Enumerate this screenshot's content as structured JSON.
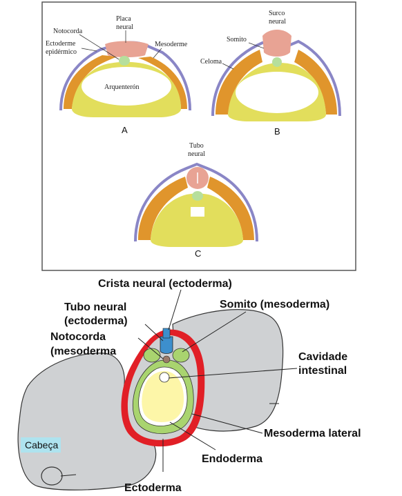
{
  "top_panel": {
    "A": {
      "label": "A",
      "notocorda": "Notocorda",
      "placa_neural_1": "Placa",
      "placa_neural_2": "neural",
      "ectoderme_1": "Ectoderme",
      "ectoderme_2": "epidérmico",
      "mesoderme": "Mesoderme",
      "arquenteron": "Arquenterón"
    },
    "B": {
      "label": "B",
      "surco_1": "Surco",
      "surco_2": "neural",
      "somito": "Somito",
      "celoma": "Celoma"
    },
    "C": {
      "label": "C",
      "tubo_1": "Tubo",
      "tubo_2": "neural"
    }
  },
  "bottom_panel": {
    "crista_neural": "Crista neural (ectoderma)",
    "tubo_neural_1": "Tubo neural",
    "tubo_neural_2": "(ectoderma)",
    "somito": "Somito (mesoderma)",
    "notocorda_1": "Notocorda",
    "notocorda_2": "(mesoderma",
    "cavidade_1": "Cavidade",
    "cavidade_2": "intestinal",
    "mesoderma_lateral": "Mesoderma lateral",
    "endoderma": "Endoderma",
    "ectoderma": "Ectoderma",
    "cabeca": "Cabeça"
  },
  "colors": {
    "ectoderm_top": "#8a86c6",
    "mesoderm_top": "#e0952c",
    "yolk": "#e2de5c",
    "neural_top": "#e8a394",
    "notochord_top": "#b6df9c",
    "embryo_gray": "#cfd1d3",
    "ectoderm_red": "#e11f26",
    "mesoderm_green": "#a9d46f",
    "endoderm_yellow": "#fdf6a8",
    "neural_blue": "#3d8fcd",
    "notochord_brown": "#9a7a6a",
    "label_box": "#aee3ef"
  }
}
